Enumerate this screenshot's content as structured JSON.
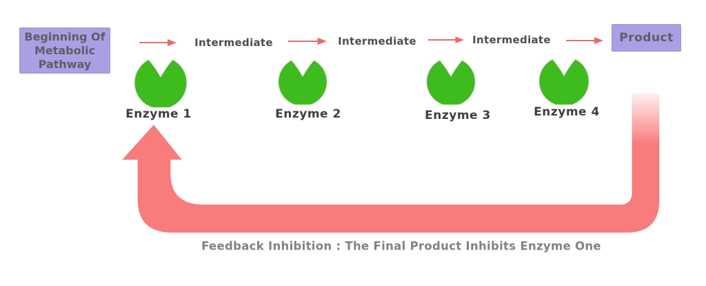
{
  "boxes": {
    "start": "Beginning Of\nMetabolic\nPathway",
    "product": "Product"
  },
  "intermediates": [
    {
      "label": "Intermediate"
    },
    {
      "label": "Intermediate"
    },
    {
      "label": "Intermediate"
    }
  ],
  "enzymes": [
    {
      "label": "Enzyme 1"
    },
    {
      "label": "Enzyme 2"
    },
    {
      "label": "Enzyme 3"
    },
    {
      "label": "Enzyme 4"
    }
  ],
  "caption": "Feedback Inhibition : The Final Product Inhibits Enzyme One",
  "colors": {
    "box-purple": "#ab9fe4",
    "box-text": "#5d5d66",
    "enzyme-green": "#3ebc1d",
    "enzyme-edge": "#5aa53c",
    "arrow-red": "#e96a6a",
    "feedback-pink": "#f87c7c",
    "label-dark": "#3f3f3f",
    "label-mid": "#4e4e4e",
    "caption-gray": "#828282"
  }
}
